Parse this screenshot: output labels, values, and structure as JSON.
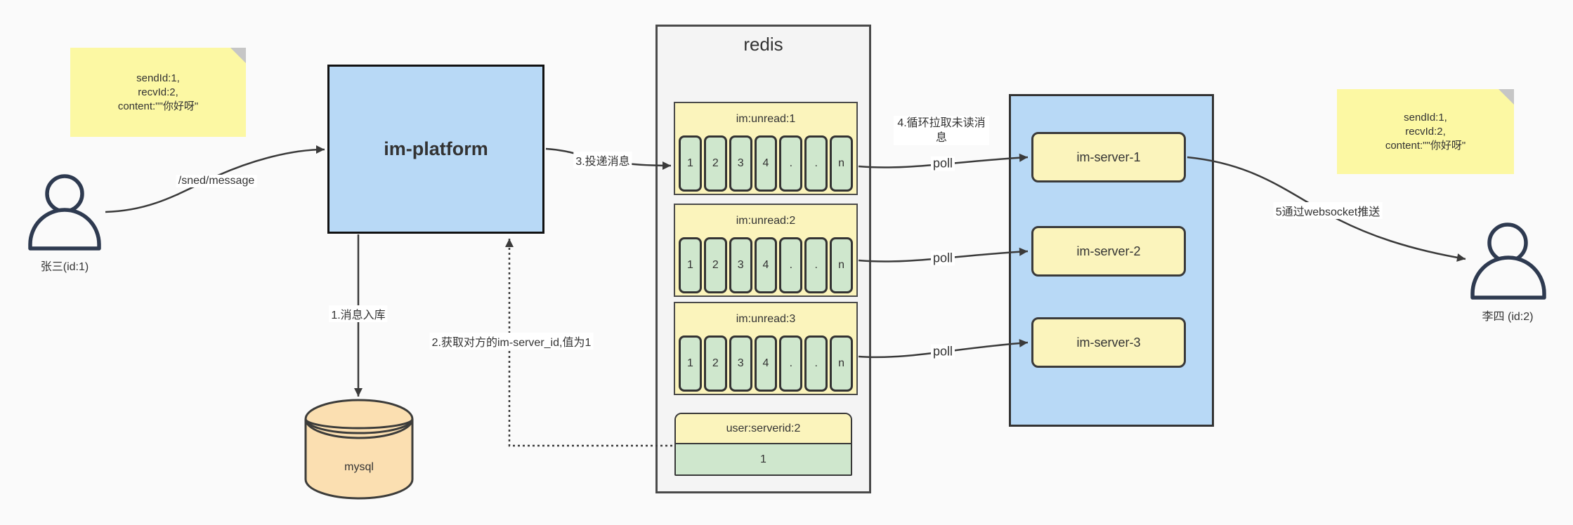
{
  "colors": {
    "canvas-bg": "#fafafa",
    "note-yellow": "#fcf8a3",
    "note-fold": "#c6c6c6",
    "blue-fill": "#b8d9f6",
    "cream-yellow": "#fbf4bc",
    "green-fill": "#cfe7cd",
    "orange-fill": "#fbdfb1",
    "gray-fill": "#f4f4f4",
    "stroke-dark": "#3a3a3a",
    "person-stroke": "#2e3a50",
    "text": "#333333"
  },
  "notes": {
    "left": {
      "lines": [
        "sendId:1,",
        "recvId:2,",
        "content:\"\"你好呀\""
      ]
    },
    "right": {
      "lines": [
        "sendId:1,",
        "recvId:2,",
        "content:\"\"你好呀\""
      ]
    }
  },
  "actors": {
    "sender": {
      "label": "张三(id:1)"
    },
    "receiver": {
      "label": "李四 (id:2)"
    }
  },
  "platform": {
    "label": "im-platform"
  },
  "mysql": {
    "label": "mysql"
  },
  "redis": {
    "title": "redis",
    "queues": [
      {
        "title": "im:unread:1",
        "cells": [
          "1",
          "2",
          "3",
          "4",
          ".",
          ".",
          "n"
        ]
      },
      {
        "title": "im:unread:2",
        "cells": [
          "1",
          "2",
          "3",
          "4",
          ".",
          ".",
          "n"
        ]
      },
      {
        "title": "im:unread:3",
        "cells": [
          "1",
          "2",
          "3",
          "4",
          ".",
          ".",
          "n"
        ]
      }
    ],
    "server_map": {
      "title": "user:serverid:2",
      "value": "1"
    }
  },
  "server_cluster": {
    "servers": [
      {
        "label": "im-server-1"
      },
      {
        "label": "im-server-2"
      },
      {
        "label": "im-server-3"
      }
    ]
  },
  "edges": {
    "send": {
      "label": "/sned/message"
    },
    "store": {
      "label": "1.消息入库"
    },
    "lookup": {
      "label": "2.获取对方的im-server_id,值为1"
    },
    "deliver": {
      "label": "3.投递消息"
    },
    "pull": {
      "label": "4.循环拉取未读消息"
    },
    "poll1": {
      "label": "poll"
    },
    "poll2": {
      "label": "poll"
    },
    "poll3": {
      "label": "poll"
    },
    "push": {
      "label": "5通过websocket推送"
    }
  }
}
